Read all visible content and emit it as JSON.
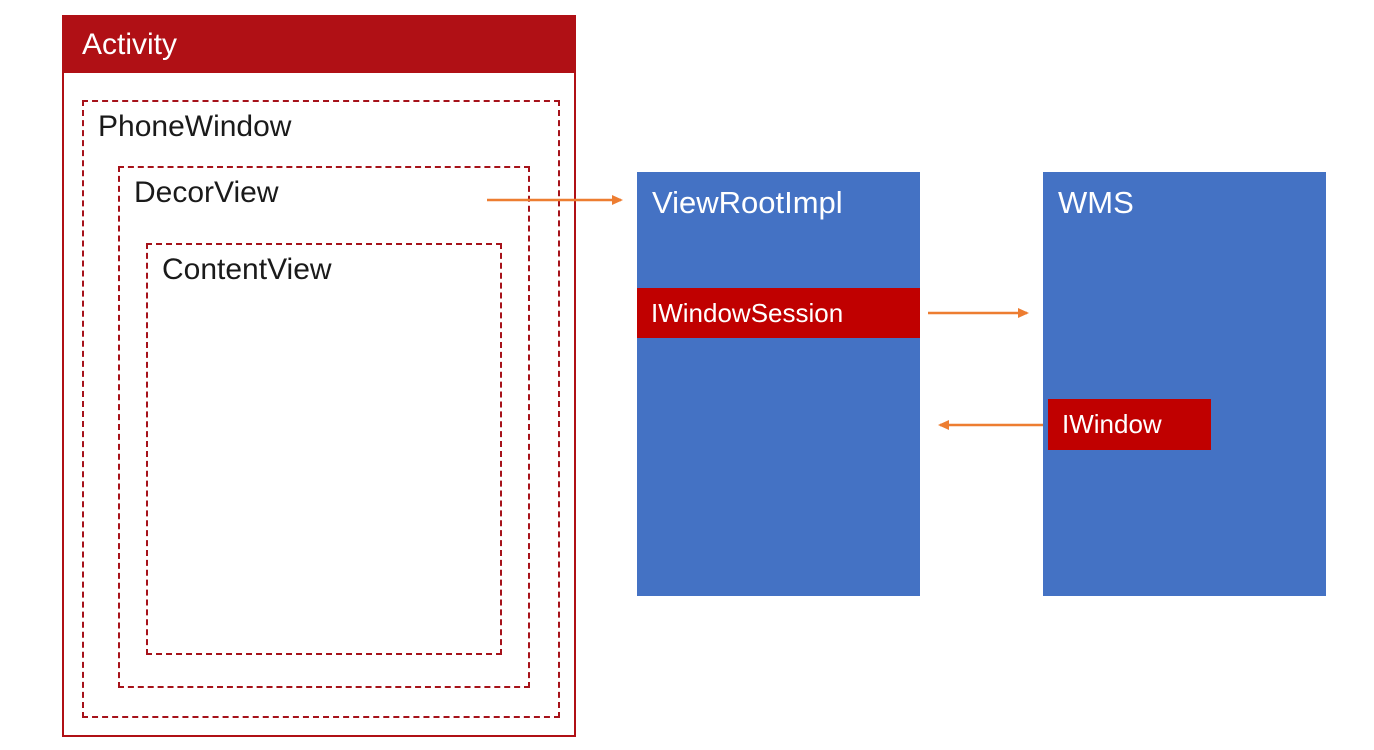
{
  "diagram": {
    "activity": {
      "label": "Activity"
    },
    "phone_window": {
      "label": "PhoneWindow"
    },
    "decor_view": {
      "label": "DecorView"
    },
    "content_view": {
      "label": "ContentView"
    },
    "view_root_impl": {
      "label": "ViewRootImpl"
    },
    "iwindow_session": {
      "label": "IWindowSession"
    },
    "wms": {
      "label": "WMS"
    },
    "iwindow": {
      "label": "IWindow"
    },
    "colors": {
      "header_red": "#b01015",
      "dashed_border_red": "#a6121a",
      "badge_red": "#c00000",
      "box_blue": "#4472c4",
      "arrow_orange": "#ed7d31"
    }
  }
}
